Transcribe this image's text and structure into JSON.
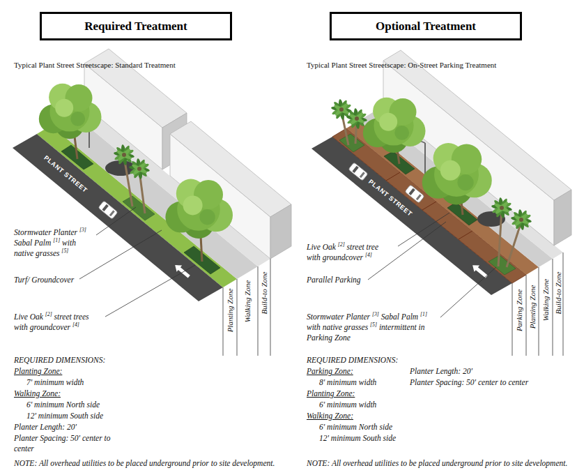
{
  "diagram": {
    "nodes": [
      {
        "text": [
          "Required Treatment"
        ]
      },
      {
        "text": [
          "Optional Treatment"
        ]
      }
    ],
    "labels": [
      "Typical Plant Street Streetscape: Standard Treatment",
      "PLANT STREET",
      "Stormwater Planter [3] Sabal Palm [1] with native grasses [5]",
      "Turf/ Groundcover",
      "Live Oak [2] street trees with groundcover [4]",
      "Planting Zone",
      "Walking Zone",
      "Build-to Zone",
      "REQUIRED DIMENSIONS:",
      "Planting Zone:",
      "7' minimum width",
      "Walking Zone:",
      "6' minimum North side",
      "12' minimum South side",
      "Planter Length: 20'",
      "Planter Spacing: 50' center to center",
      "NOTE: All overhead utilities to be placed underground prior to site development.",
      "Typical Plant Street Streetscape: On-Street Parking Treatment",
      "PLANT STREET",
      "Live Oak [2] street tree with groundcover [4]",
      "Parallel Parking",
      "Stormwater Planter [3] Sabal Palm [1] with native grasses [5] intermittent in Parking Zone",
      "Parking Zone",
      "Planting Zone",
      "Walking Zone",
      "Build-to Zone",
      "REQUIRED DIMENSIONS:",
      "Parking Zone:",
      "8' minimum width",
      "Planting Zone:",
      "6' minimum width",
      "Walking Zone:",
      "6' minimum North side",
      "12' minimum South side",
      "Planter Length: 20'",
      "Planter Spacing: 50' center to center",
      "NOTE: All overhead utilities to be placed underground prior to site development."
    ]
  }
}
